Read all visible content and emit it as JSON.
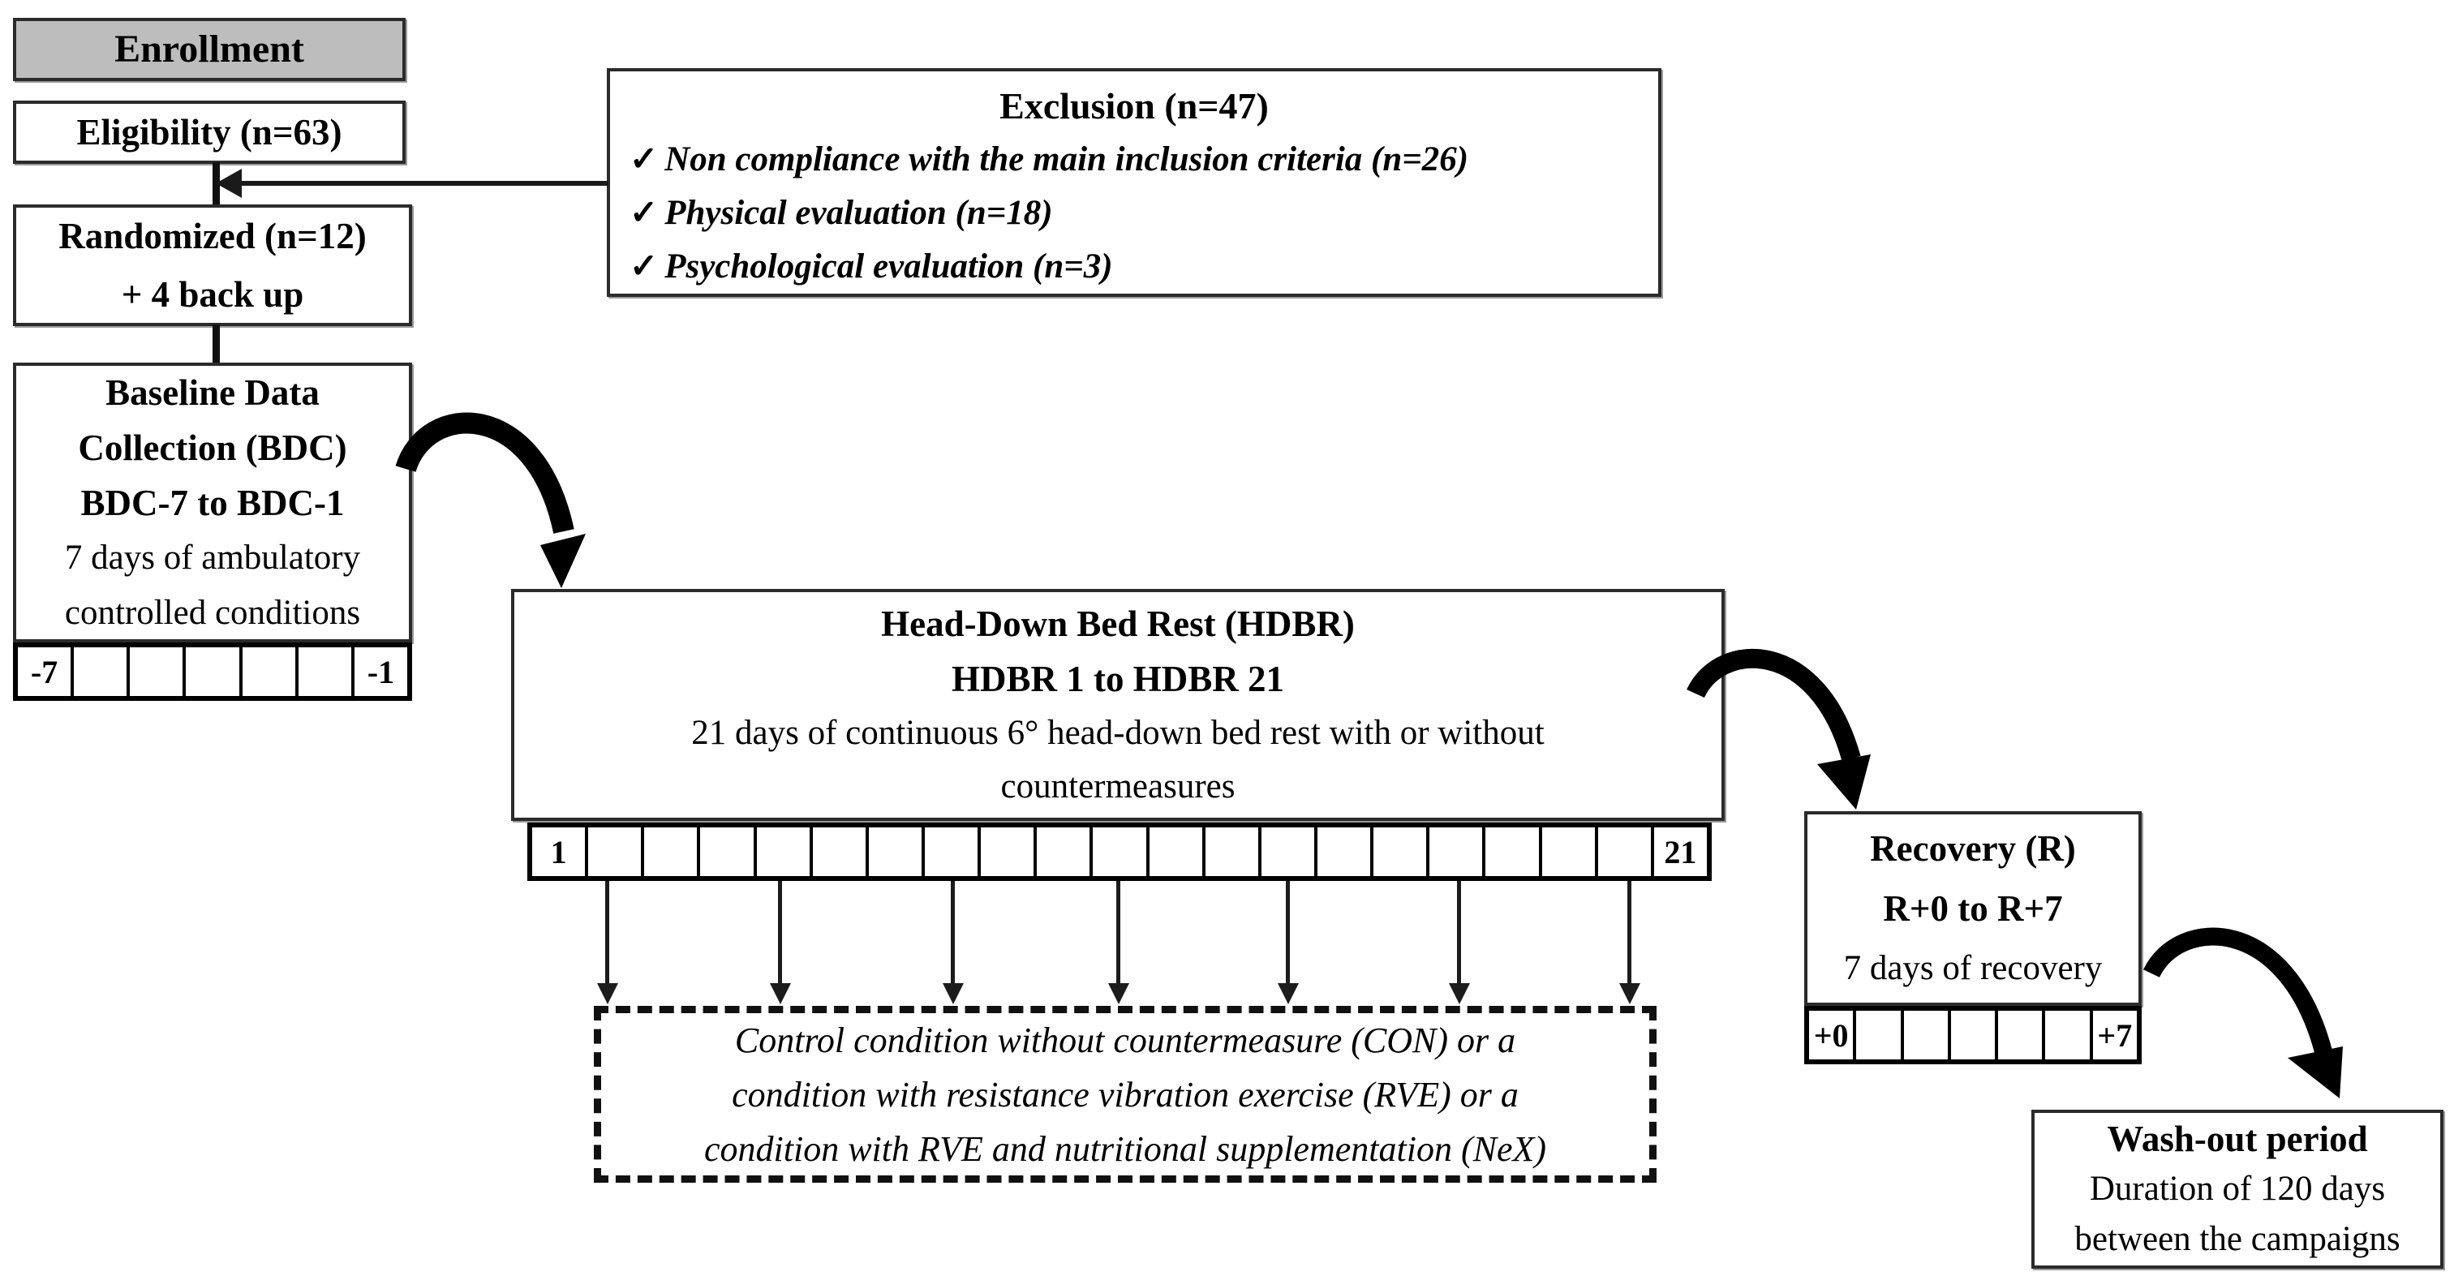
{
  "enrollment": {
    "label": "Enrollment"
  },
  "eligibility": {
    "label": "Eligibility (n=63)"
  },
  "randomized": {
    "lines": [
      "Randomized (n=12)",
      "+ 4 back up"
    ]
  },
  "exclusion": {
    "title": "Exclusion (n=47)",
    "check_icon": "✓",
    "items": [
      "Non compliance with the main inclusion criteria (n=26)",
      "Physical evaluation (n=18)",
      "Psychological evaluation (n=3)"
    ]
  },
  "baseline": {
    "title_lines": [
      "Baseline Data",
      "Collection (BDC)",
      "BDC-7 to BDC-1"
    ],
    "body_lines": [
      "7 days of ambulatory",
      "controlled conditions"
    ],
    "timeline": {
      "cells": 7,
      "first": "-7",
      "last": "-1"
    }
  },
  "hdbr": {
    "title_lines": [
      "Head-Down Bed Rest (HDBR)",
      "HDBR 1 to HDBR 21"
    ],
    "body_lines": [
      "21 days of continuous 6° head-down bed rest with or without",
      "countermeasures"
    ],
    "timeline": {
      "cells": 21,
      "first": "1",
      "last": "21"
    }
  },
  "conditions": {
    "lines": [
      "Control condition without countermeasure (CON) or a",
      "condition with resistance vibration exercise (RVE) or a",
      "condition with RVE and nutritional supplementation (NeX)"
    ]
  },
  "recovery": {
    "title_lines": [
      "Recovery (R)",
      "R+0 to R+7"
    ],
    "body_lines": [
      "7 days of recovery"
    ],
    "timeline": {
      "cells": 7,
      "first": "+0",
      "last": "+7"
    }
  },
  "washout": {
    "title": "Wash-out period",
    "body_lines": [
      "Duration of 120 days",
      "between the campaigns"
    ]
  },
  "colors": {
    "enrollment_fill": "#bdbdbd",
    "line": "#000000",
    "background": "#ffffff"
  }
}
